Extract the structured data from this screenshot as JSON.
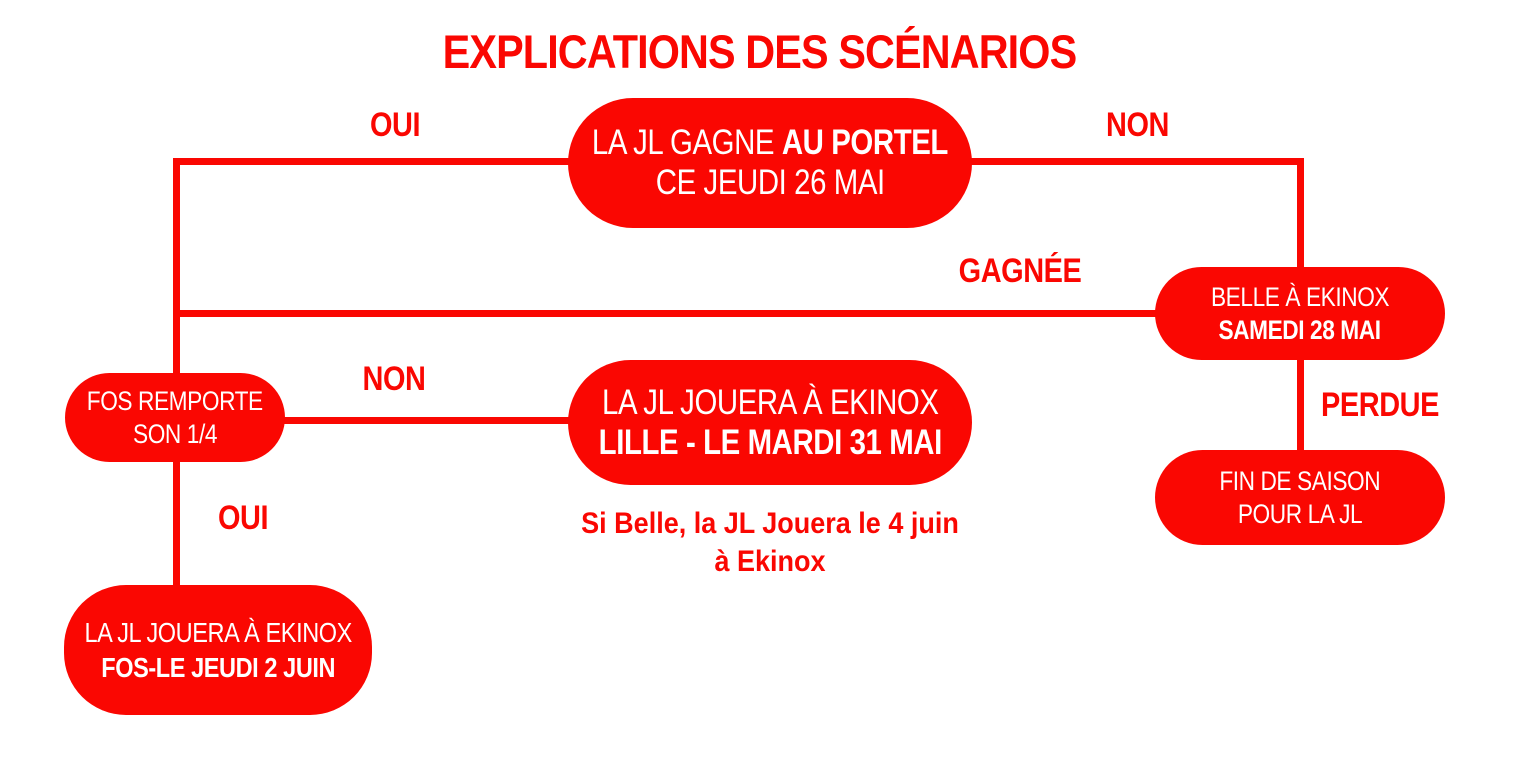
{
  "title": "EXPLICATIONS DES SCÉNARIOS",
  "colors": {
    "accent": "#fa0702",
    "node_text": "#ffffff",
    "background": "#ffffff"
  },
  "edge_labels": {
    "oui_top": "OUI",
    "non_top": "NON",
    "gagnee": "GAGNÉE",
    "non_fos": "NON",
    "perdue": "PERDUE",
    "oui_fos": "OUI"
  },
  "nodes": {
    "match_portel": {
      "line1_light": "LA JL GAGNE ",
      "line1_bold": "AU PORTEL",
      "line2": "CE JEUDI 26 MAI"
    },
    "belle_ekinox": {
      "line1": "BELLE À EKINOX",
      "line2": "SAMEDI 28 MAI"
    },
    "fos_remporte": {
      "line1": "FOS REMPORTE",
      "line2": "SON 1/4"
    },
    "jouera_lille": {
      "line1": "LA JL JOUERA À EKINOX",
      "line2": "LILLE - LE MARDI 31 MAI"
    },
    "fin_saison": {
      "line1": "FIN DE SAISON",
      "line2": "POUR LA JL"
    },
    "jouera_fos": {
      "line1": "LA JL JOUERA À EKINOX",
      "line2": "FOS-LE JEUDI 2 JUIN"
    }
  },
  "note": {
    "line1": "Si Belle, la JL Jouera le 4 juin",
    "line2": "à Ekinox"
  }
}
